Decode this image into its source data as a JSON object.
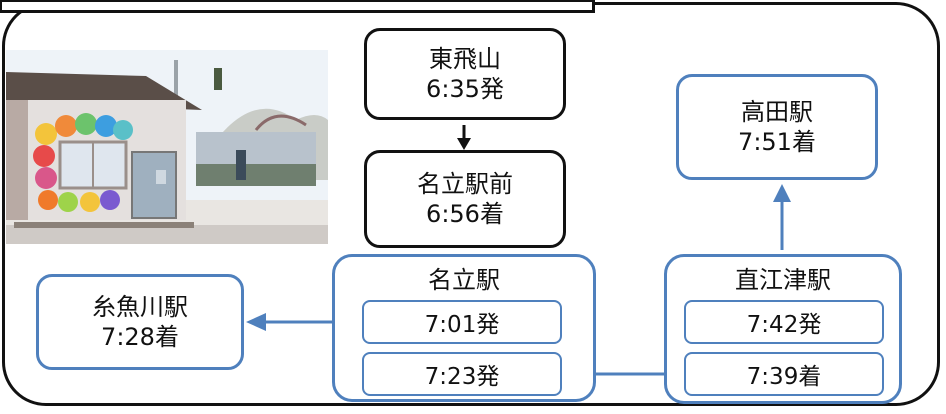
{
  "nodes": {
    "higashi_tobiyama": {
      "name": "東飛山",
      "time": "6:35発"
    },
    "nadachi_ekimae": {
      "name": "名立駅前",
      "time": "6:56着"
    },
    "takada": {
      "name": "高田駅",
      "time": "7:51着"
    },
    "itoigawa": {
      "name": "糸魚川駅",
      "time": "7:28着"
    },
    "nadachi": {
      "name": "名立駅",
      "dep1": "7:01発",
      "dep2": "7:23発"
    },
    "naoetsu": {
      "name": "直江津駅",
      "dep": "7:42発",
      "arr": "7:39着"
    }
  },
  "colors": {
    "black": "#111111",
    "blue": "#4f80bd"
  }
}
